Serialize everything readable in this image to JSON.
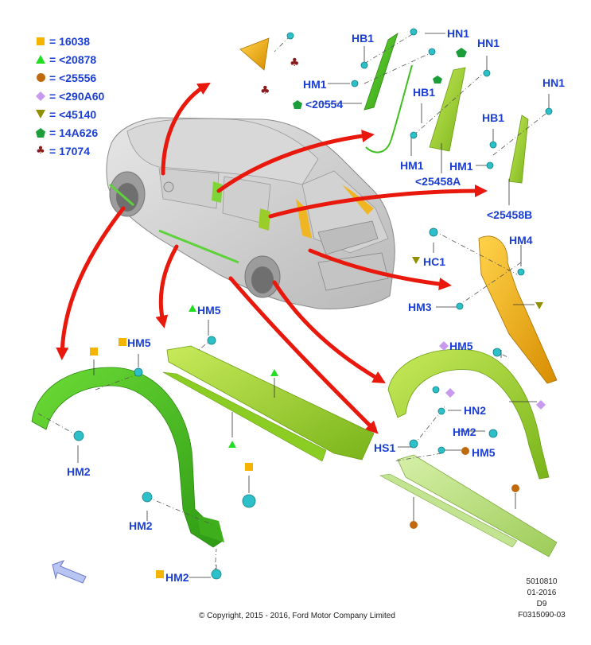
{
  "legend": [
    {
      "symbol": "square",
      "color": "#f5b400",
      "text": "= 16038"
    },
    {
      "symbol": "triangle-up",
      "color": "#22dd22",
      "text": "= <20878"
    },
    {
      "symbol": "circle",
      "color": "#c06a10",
      "text": "= <25556"
    },
    {
      "symbol": "diamond",
      "color": "#c79aef",
      "text": "= <290A60"
    },
    {
      "symbol": "triangle-down",
      "color": "#8f8f00",
      "text": "= <45140"
    },
    {
      "symbol": "pentagon",
      "color": "#1b9e3a",
      "text": "= 14A626"
    },
    {
      "symbol": "club",
      "color": "#8b1a1a",
      "text": "= 17074"
    }
  ],
  "labels": {
    "hb1_a": "HB1",
    "hn1_a": "HN1",
    "hn1_b": "HN1",
    "hn1_c": "HN1",
    "hm1_a": "HM1",
    "part_20554": "<20554",
    "hb1_b": "HB1",
    "hb1_c": "HB1",
    "hm1_b": "HM1",
    "hm1_c": "HM1",
    "part_25458a": "<25458A",
    "part_25458b": "<25458B",
    "hm4": "HM4",
    "hc1": "HC1",
    "hm3": "HM3",
    "hm5_a": "HM5",
    "hm5_b": "HM5",
    "hm5_c": "HM5",
    "hm5_d": "HM5",
    "hn2": "HN2",
    "hm2_a": "HM2",
    "hm2_b": "HM2",
    "hm2_c": "HM2",
    "hm2_d": "HM2",
    "hs1": "HS1"
  },
  "reference": {
    "number": "5010810",
    "date": "01-2016",
    "code": "D9",
    "figure": "F0315090-03"
  },
  "copyright": "© Copyright, 2015 - 2016, Ford Motor Company Limited",
  "colors": {
    "label_blue": "#1b3fd6",
    "arrow_red": "#e8180c",
    "part_green": "#4fc81f",
    "part_lime": "#9ad21c",
    "part_yellow": "#f2b31a",
    "clip_cyan": "#2ec0c8"
  },
  "icons": [
    "nav-arrow-icon"
  ]
}
